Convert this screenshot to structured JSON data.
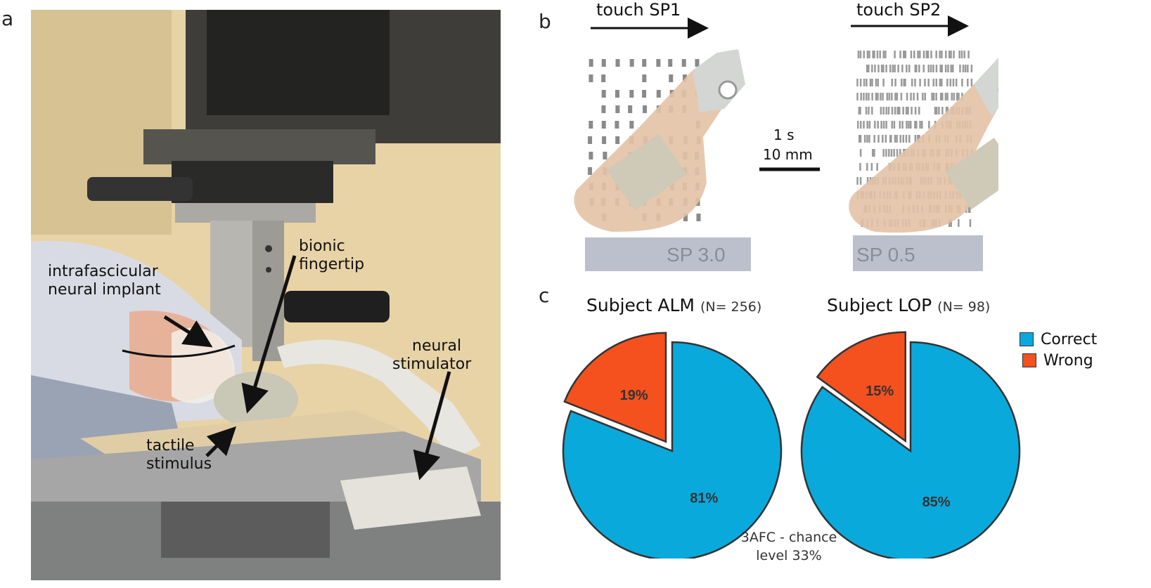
{
  "panels": {
    "a": "a",
    "b": "b",
    "c": "c"
  },
  "photo_labels": {
    "implant": [
      "intrafascicular",
      "neural implant"
    ],
    "fingertip": [
      "bionic",
      "fingertip"
    ],
    "stimulator": [
      "neural",
      "stimulator"
    ],
    "stimulus": [
      "tactile",
      "stimulus"
    ]
  },
  "panel_b": {
    "touch1": "touch SP1",
    "touch2": "touch SP2",
    "scale_time": "1 s",
    "scale_length": "10 mm",
    "sp1_label": "SP 3.0",
    "sp2_label": "SP 0.5"
  },
  "colors": {
    "correct": "#0aa9dc",
    "wrong": "#f4511e",
    "pie_edge": "#333333"
  },
  "chart_data": [
    {
      "type": "pie",
      "title": "Subject ALM",
      "n_label": "(N= 256)",
      "categories": [
        "Correct",
        "Wrong"
      ],
      "values": [
        81,
        19
      ],
      "labels": [
        "81%",
        "19%"
      ],
      "exploded": [
        "Wrong"
      ],
      "legend": "right"
    },
    {
      "type": "pie",
      "title": "Subject LOP",
      "n_label": "(N= 98)",
      "categories": [
        "Correct",
        "Wrong"
      ],
      "values": [
        85,
        15
      ],
      "labels": [
        "85%",
        "15%"
      ],
      "exploded": [
        "Wrong"
      ],
      "legend": "right"
    }
  ],
  "legend": {
    "correct": "Correct",
    "wrong": "Wrong"
  },
  "chance_note": [
    "3AFC - chance",
    "level 33%"
  ]
}
